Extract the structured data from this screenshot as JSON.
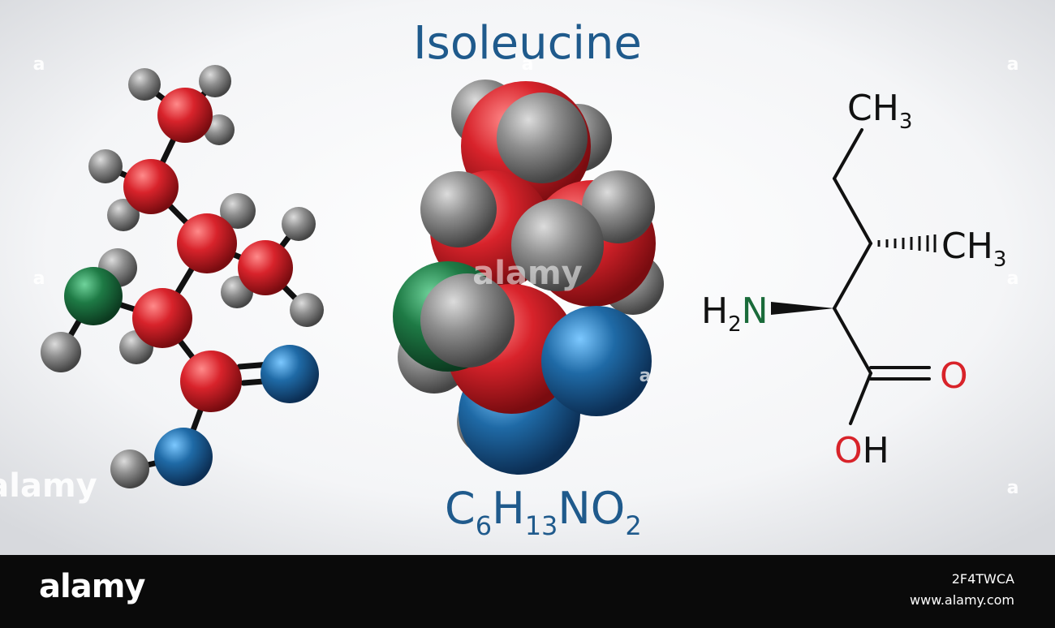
{
  "title": "Isoleucine",
  "formula": {
    "c": "C",
    "c_sub": "6",
    "h": "H",
    "h_sub": "13",
    "no": "NO",
    "o_sub": "2"
  },
  "structure": {
    "ch3_top": "CH",
    "ch3_top_sub": "3",
    "ch3_right": "CH",
    "ch3_right_sub": "3",
    "amine_h": "H",
    "amine_sub": "2",
    "amine_n": "N",
    "oxygen": "O",
    "hydroxyl_o": "O",
    "hydroxyl_h": "H"
  },
  "watermarks": {
    "center": "alamy",
    "left": "alamy",
    "small": "a"
  },
  "footer": {
    "logo": "alamy",
    "image_id": "2F4TWCA",
    "site": "www.alamy.com"
  },
  "colors": {
    "title": "#1f5a8c",
    "carbon": "#d8222b",
    "hydrogen": "#8a8a8a",
    "nitrogen": "#1e6e3e",
    "oxygen": "#1e6aa3",
    "label_n": "#1a6b3a",
    "label_o": "#d8232a"
  }
}
